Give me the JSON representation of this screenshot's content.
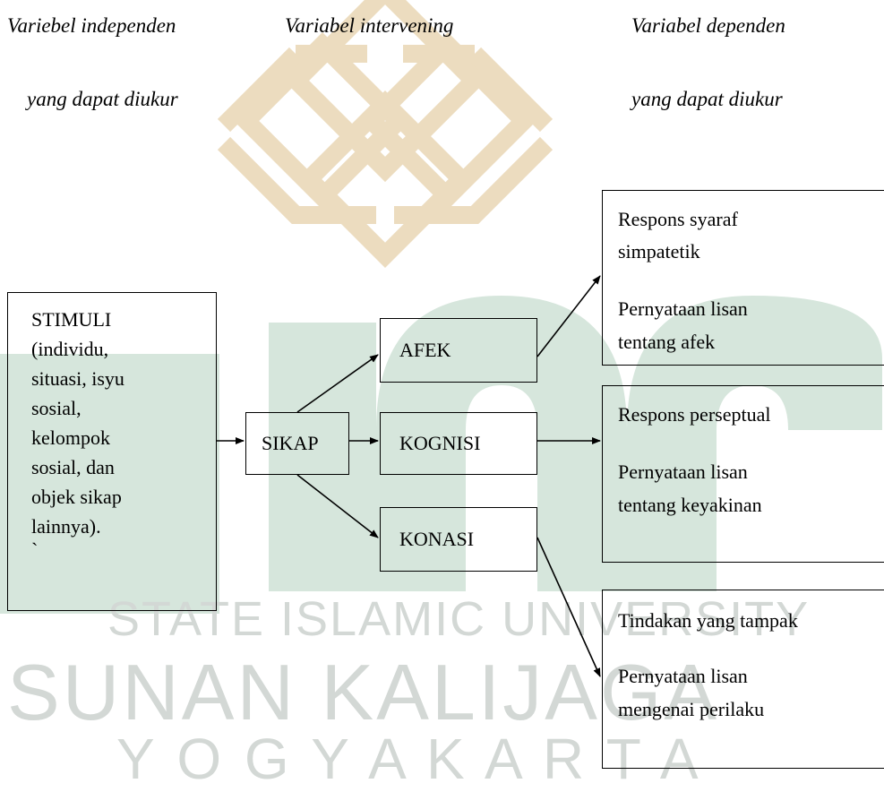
{
  "headers": {
    "independent_line1": "Variebel independen",
    "independent_line2": "yang dapat diukur",
    "intervening": "Variabel intervening",
    "dependent_line1": "Variabel dependen",
    "dependent_line2": "yang dapat diukur"
  },
  "stimuli": {
    "lines": [
      "STIMULI",
      "(individu,",
      "situasi, isyu",
      "sosial,",
      "kelompok",
      "sosial, dan",
      "objek sikap",
      "lainnya).",
      "`"
    ]
  },
  "nodes": {
    "sikap": "SIKAP",
    "afek": "AFEK",
    "kognisi": "KOGNISI",
    "konasi": "KONASI"
  },
  "responses": {
    "afek": {
      "line1": "Respons syaraf",
      "line2": "simpatetik",
      "line3": "Pernyataan lisan",
      "line4": "tentang afek"
    },
    "kognisi": {
      "line1": "Respons perseptual",
      "line2": "Pernyataan lisan",
      "line3": "tentang keyakinan"
    },
    "konasi": {
      "line1": "Tindakan yang tampak",
      "line2": "Pernyataan lisan",
      "line3": "mengenai perilaku"
    }
  },
  "watermark": {
    "line1": "STATE ISLAMIC UNIVERSITY",
    "line2": "SUNAN KALIJAGA",
    "line3": "Y O G Y A K A R T A",
    "colors": {
      "green": "#d6e6dc",
      "gold": "#ecdcbf",
      "gray": "#d3d8d5"
    }
  }
}
